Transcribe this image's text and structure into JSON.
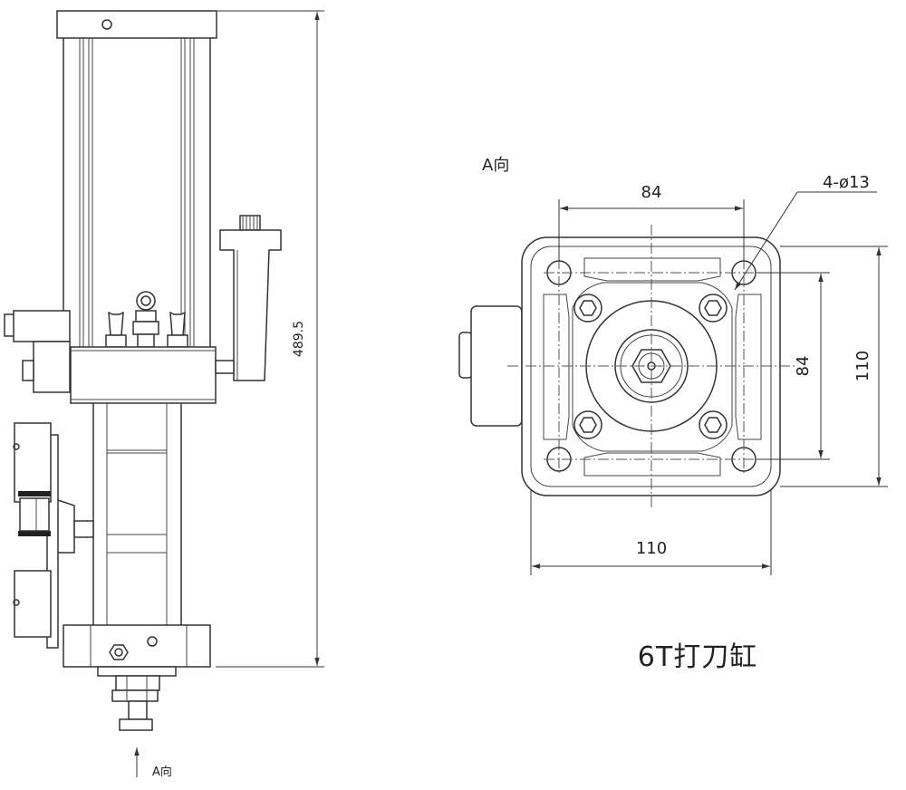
{
  "caption": "6T打刀缸",
  "side_view": {
    "height_dim": "489.5",
    "direction_label": "A向"
  },
  "end_view": {
    "title": "A向",
    "top_dim": "84",
    "bottom_dim": "110",
    "inner_height_dim": "84",
    "outer_height_dim": "110",
    "hole_callout": "4-ø13"
  }
}
